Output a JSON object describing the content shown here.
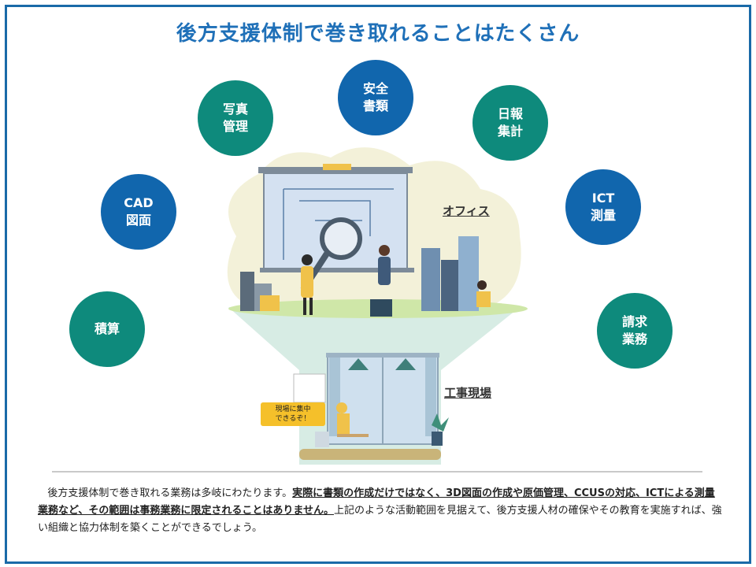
{
  "title": "後方支援体制で巻き取れることはたくさん",
  "tasks": [
    {
      "label": "積算",
      "color": "teal"
    },
    {
      "label": "CAD\n図面",
      "color": "blue"
    },
    {
      "label": "写真\n管理",
      "color": "teal"
    },
    {
      "label": "安全\n書類",
      "color": "blue"
    },
    {
      "label": "日報\n集計",
      "color": "teal"
    },
    {
      "label": "ICT\n測量",
      "color": "blue"
    },
    {
      "label": "請求\n業務",
      "color": "teal"
    }
  ],
  "labels": {
    "office": "オフィス",
    "site": "工事現場",
    "note": "現場に集中\nできるぞ！"
  },
  "description": {
    "intro": "後方支援体制で巻き取れる業務は多岐にわたります。",
    "emphasis": "実際に書類の作成だけではなく、3D図面の作成や原価管理、CCUSの対応、ICTによる測量業務など、その範囲は事務業務に限定されることはありません。",
    "outro": "上記のような活動範囲を見据えて、後方支援人材の確保やその教育を実施すれば、強い組織と協力体制を築くことができるでしょう。"
  },
  "colors": {
    "teal": "#0e8a7c",
    "blue": "#1166ad",
    "frame": "#1a6aa8"
  }
}
